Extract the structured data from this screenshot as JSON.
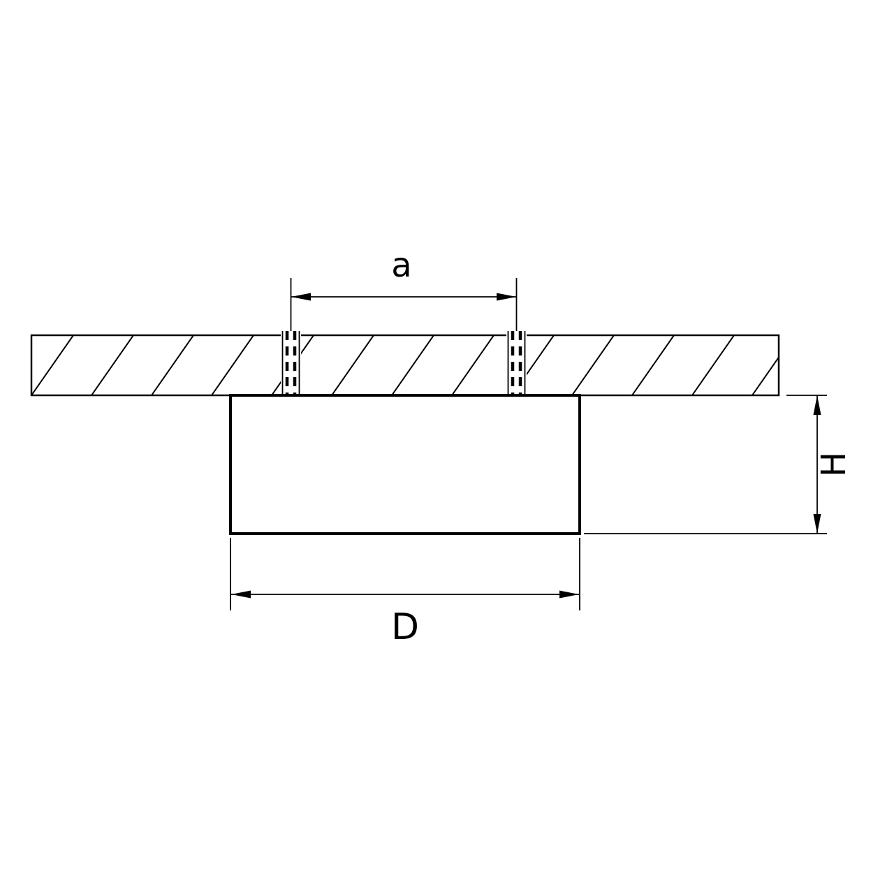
{
  "diagram": {
    "labels": {
      "mount_spacing": "a",
      "height": "H",
      "diameter": "D"
    },
    "colors": {
      "line": "#000000",
      "background": "#ffffff"
    }
  }
}
